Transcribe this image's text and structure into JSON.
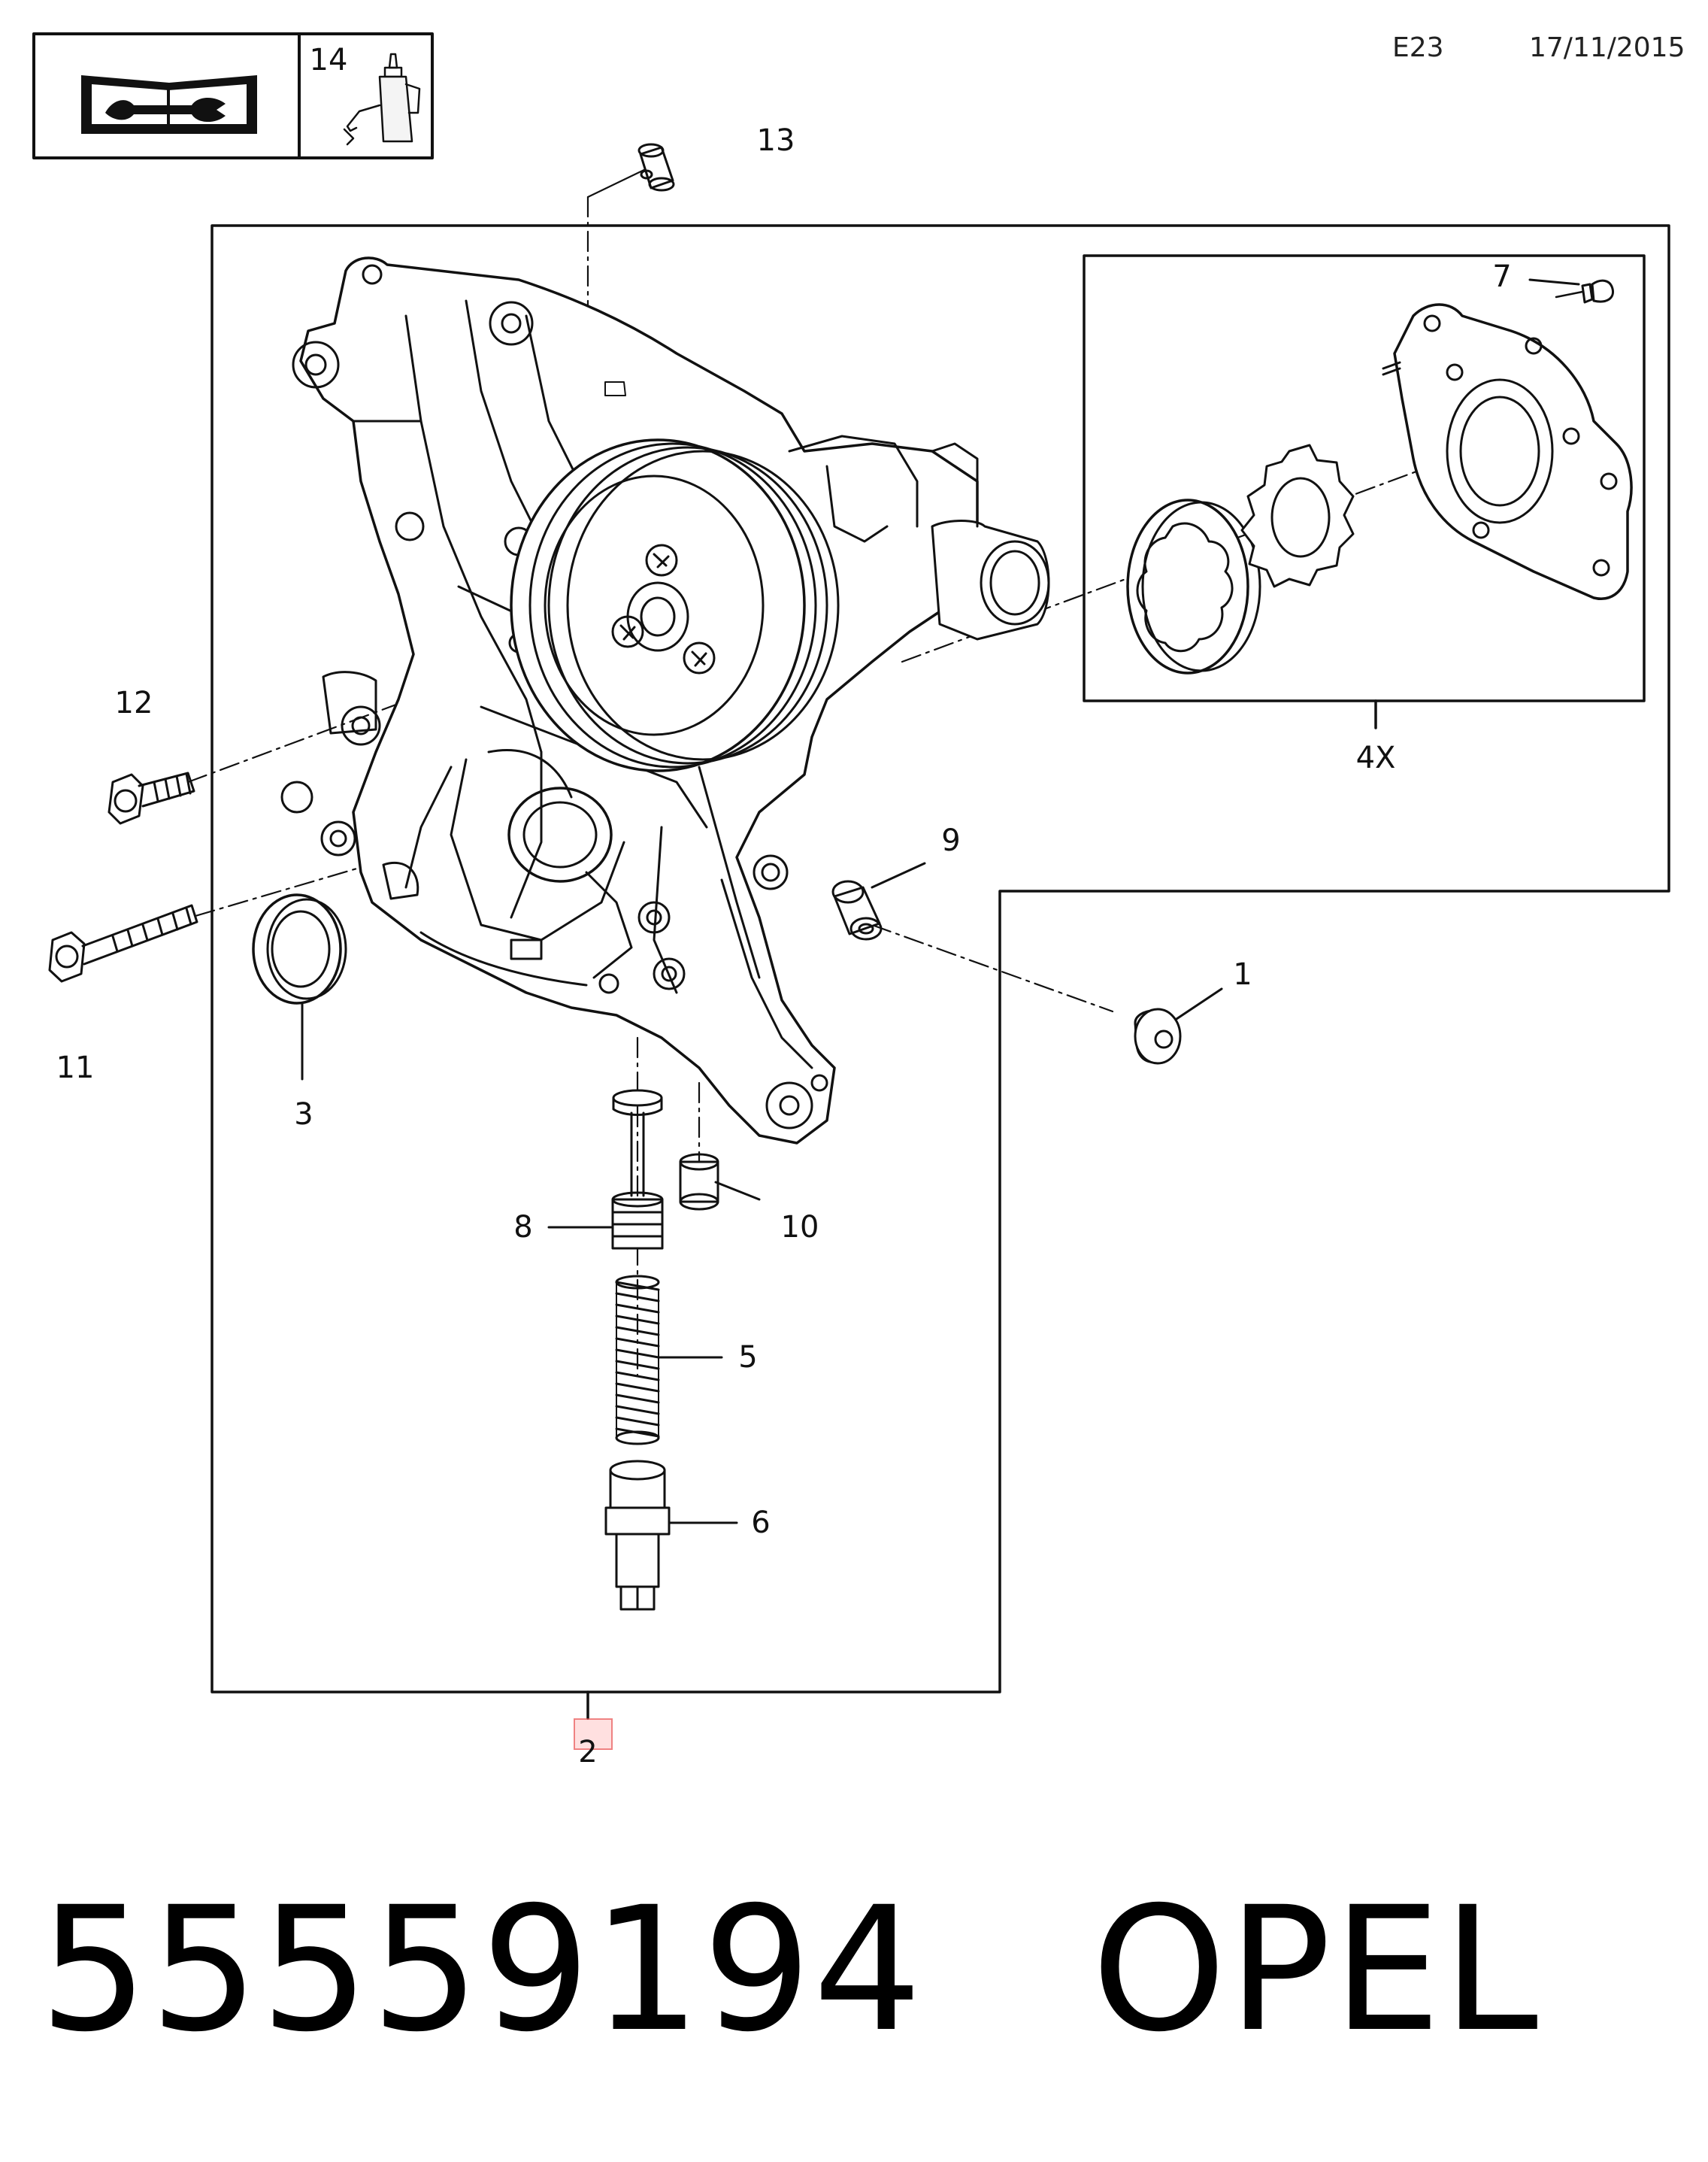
{
  "header": {
    "code": "E23",
    "date": "17/11/2015"
  },
  "badge": {
    "number": "14"
  },
  "callouts": {
    "c1": "1",
    "c2": "2",
    "c3": "3",
    "c5": "5",
    "c6": "6",
    "c7": "7",
    "c8": "8",
    "c9": "9",
    "c10": "10",
    "c11": "11",
    "c12": "12",
    "c13": "13",
    "qty": "4X"
  },
  "footer": {
    "part_number": "55559194",
    "brand": "OPEL"
  },
  "icons": [
    "manual-wrench-icon",
    "sealant-tube-icon"
  ],
  "highlight_color": "#e05050"
}
